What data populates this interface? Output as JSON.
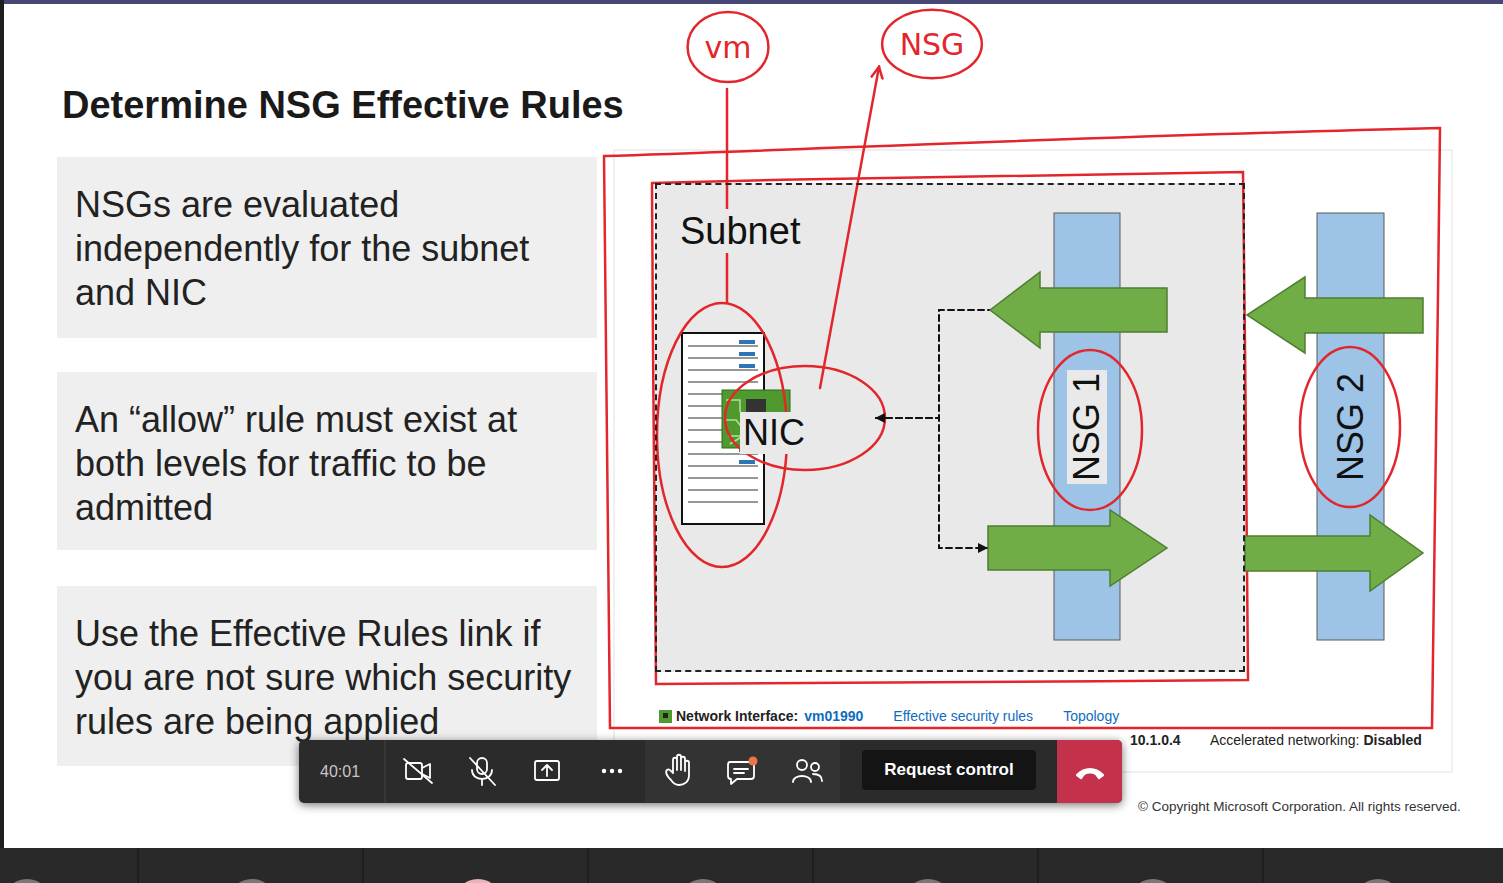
{
  "diagram": {
    "title": "Determine NSG Effective Rules",
    "nodes": [
      {
        "text": [
          "vm"
        ]
      },
      {
        "text": [
          "NSG"
        ]
      },
      {
        "text": [
          "NSGs are evaluated independently for the subnet and NIC"
        ]
      },
      {
        "text": [
          "An “allow” rule must exist at both levels for traffic to be admitted"
        ]
      },
      {
        "text": [
          "Use the Effective Rules link if you are not sure which security rules are being applied"
        ]
      },
      {
        "text": [
          "Subnet"
        ]
      },
      {
        "text": [
          "NIC"
        ],
        "in": 5
      },
      {
        "text": [
          "NSG 1"
        ],
        "in": 5
      },
      {
        "text": [
          "NSG 2"
        ]
      },
      {
        "text": [
          "Request control"
        ]
      }
    ],
    "edges": [
      {
        "from": 7,
        "to": 6,
        "arrow": "to"
      },
      {
        "from": 6,
        "to": 7,
        "arrow": "to"
      },
      {
        "from": 6,
        "to": 1,
        "arrow": "to"
      }
    ],
    "labels": [
      "Network Interface:",
      "vm01990",
      "Effective security rules",
      "Topology",
      "10.1.0.4",
      "Accelerated networking:",
      "Disabled",
      "40:01",
      "© Copyright Microsoft Corporation. All rights reserved."
    ]
  }
}
